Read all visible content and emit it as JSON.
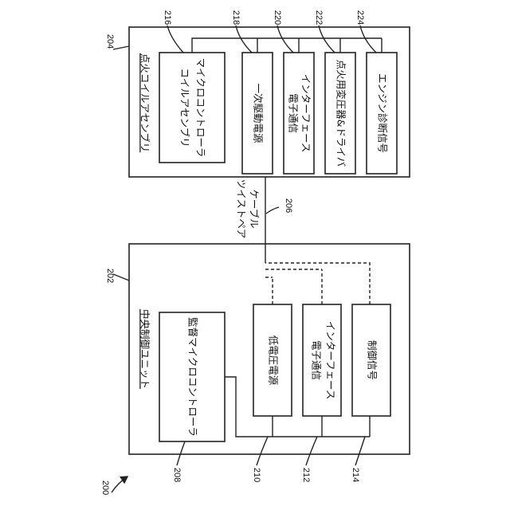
{
  "figure_number": "200",
  "central_unit": {
    "ref": "202",
    "title": "中央制御ユニット",
    "supervisor": {
      "ref": "208",
      "label": "監督マイクロコントローラ"
    },
    "low_voltage": {
      "ref": "210",
      "label": "低電圧電源"
    },
    "comm_interface": {
      "ref": "212",
      "line1": "電子通信",
      "line2": "インターフェース"
    },
    "control_signal": {
      "ref": "214",
      "label": "制御信号"
    }
  },
  "cable": {
    "ref": "206",
    "line1": "ツイストペア",
    "line2": "ケーブル"
  },
  "coil_assembly": {
    "ref": "204",
    "title": "点火コイルアセンブリ",
    "coil_mcu": {
      "ref": "216",
      "line1": "コイルアセンブリ",
      "line2": "マイクロコントローラ"
    },
    "primary_power": {
      "ref": "218",
      "label": "一次駆動電源"
    },
    "comm_interface": {
      "ref": "220",
      "line1": "電子通信",
      "line2": "インターフェース"
    },
    "transformer_driver": {
      "ref": "222",
      "label": "点火用変圧器&ドライバ"
    },
    "engine_diag": {
      "ref": "224",
      "label": "エンジン診断信号"
    }
  }
}
